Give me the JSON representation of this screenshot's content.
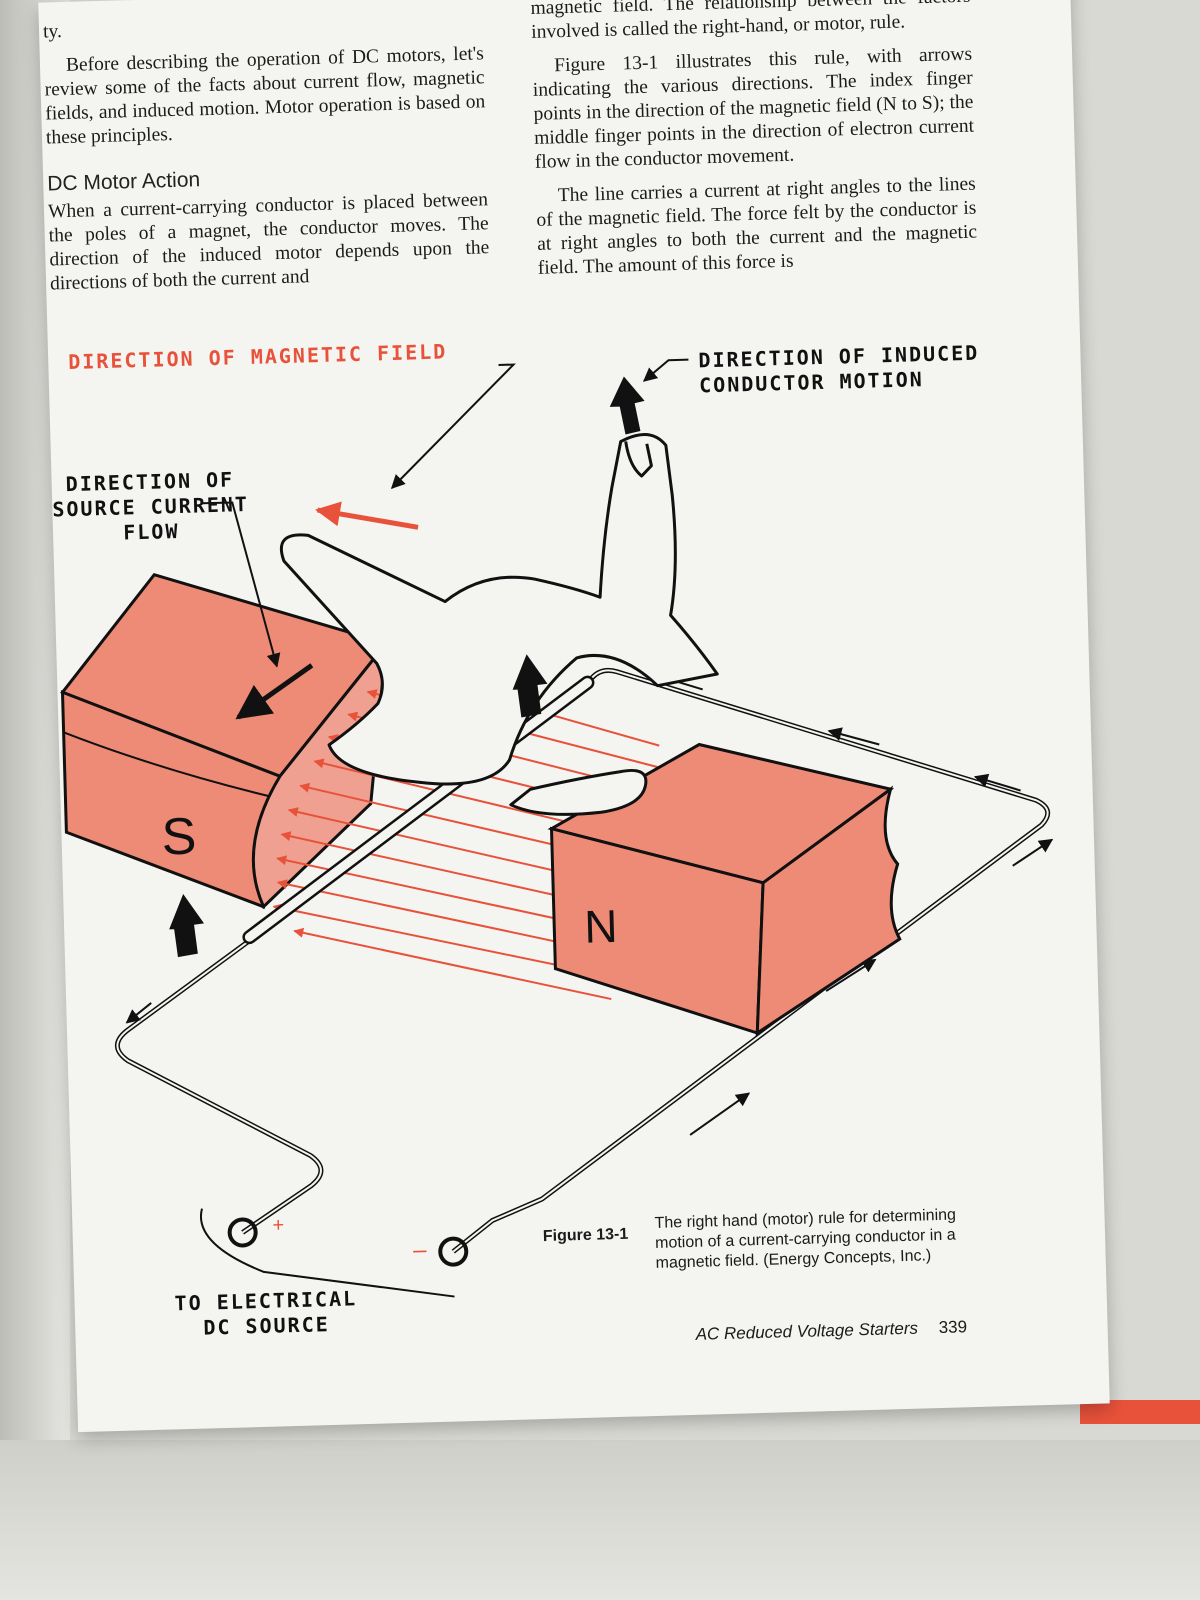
{
  "body": {
    "left": {
      "top_fragment": "ty.",
      "intro": "Before describing the operation of DC motors, let's review some of the facts about current flow, magnetic fields, and induced motion. Motor operation is based on these principles.",
      "section_heading": "DC Motor Action",
      "section_text": "When a current-carrying conductor is placed between the poles of a magnet, the conductor moves. The direction of the induced motor depends upon the directions of both the current and"
    },
    "right": {
      "top_fragment": "magnetic field. The relationship between the factors involved is called the right-hand, or motor, rule.",
      "para1": "Figure 13-1 illustrates this rule, with arrows indicating the various directions. The index finger points in the direction of the magnetic field (N to S); the middle finger points in the direction of electron current flow in the conductor movement.",
      "para2": "The line carries a current at right angles to the lines of the magnetic field. The force felt by the conductor is at right angles to both the current and the magnetic field. The amount of this force is"
    }
  },
  "figure": {
    "labels": {
      "magnetic_field": "DIRECTION OF MAGNETIC FIELD",
      "conductor_motion": "DIRECTION OF INDUCED\nCONDUCTOR MOTION",
      "current_flow": "DIRECTION OF\nSOURCE CURRENT\nFLOW",
      "dc_source": "TO ELECTRICAL\nDC SOURCE"
    },
    "poles": {
      "south": "S",
      "north": "N"
    },
    "terminals": {
      "positive": "+",
      "negative": "–"
    },
    "caption_number": "Figure 13-1",
    "caption_text": "The right hand (motor) rule for determining motion of a current-carrying conductor in a magnetic field. (Energy Concepts, Inc.)"
  },
  "footer": {
    "running_title": "AC Reduced Voltage Starters",
    "page_number": "339"
  },
  "colors": {
    "magnet": "#ee8b76",
    "accent_red": "#e8523a",
    "ink": "#111111",
    "paper": "#f4f4f1"
  },
  "icons": [
    "hand-illustration",
    "arrow-icon"
  ]
}
